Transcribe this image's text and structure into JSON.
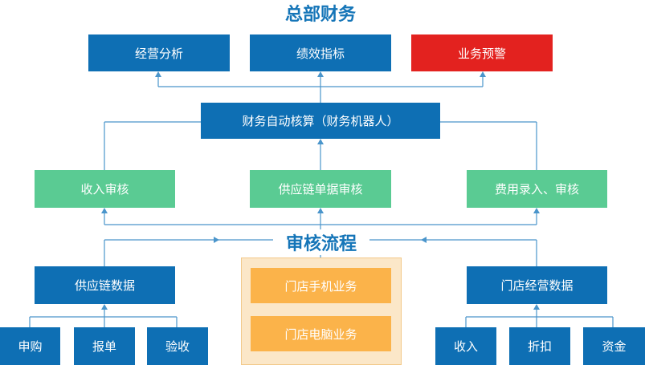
{
  "colors": {
    "blue": "#0e6fb4",
    "red": "#e3221f",
    "green": "#5acb93",
    "orange": "#fbb34a",
    "title": "#1575b8",
    "connector": "#4a95cb"
  },
  "headquarters": {
    "title": "总部财务",
    "modules": [
      "经营分析",
      "绩效指标",
      "业务预警"
    ]
  },
  "engine": {
    "label": "财务自动核算（财务机器人）"
  },
  "review": {
    "items": [
      "收入审核",
      "供应链单据审核",
      "费用录入、审核"
    ],
    "process_title": "审核流程"
  },
  "supply_chain": {
    "label": "供应链数据",
    "sources": [
      "申购",
      "报单",
      "验收"
    ]
  },
  "stores": {
    "items": [
      "门店手机业务",
      "门店电脑业务"
    ]
  },
  "store_operations": {
    "label": "门店经营数据",
    "sources": [
      "收入",
      "折扣",
      "资金"
    ]
  }
}
